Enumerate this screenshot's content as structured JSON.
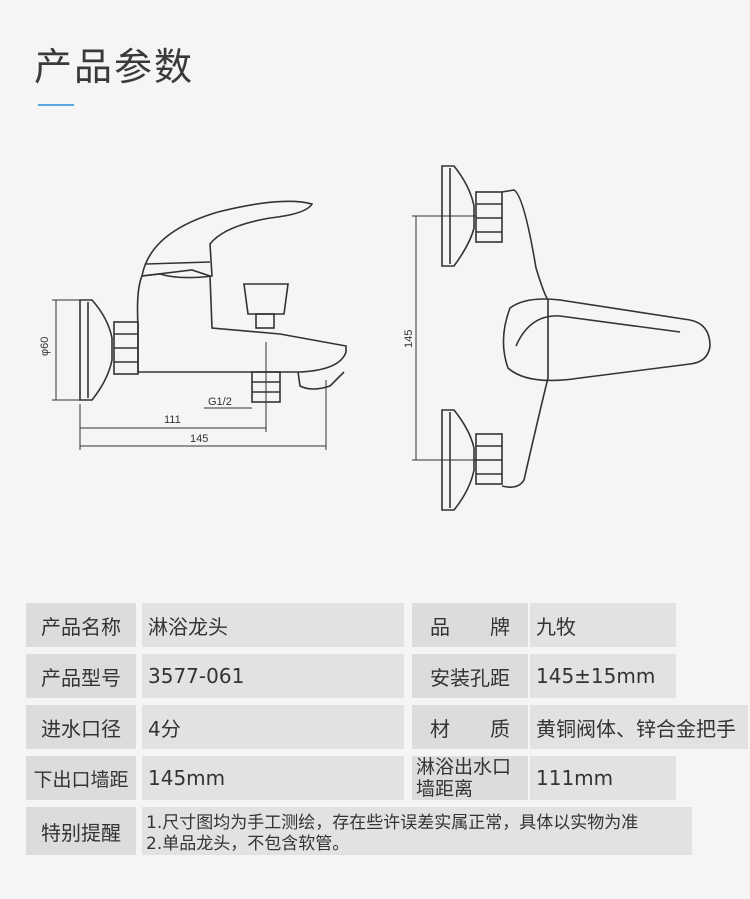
{
  "title": "产品参数",
  "drawing": {
    "dim_diameter": "φ60",
    "dim_thread": "G1/2",
    "dim_111": "111",
    "dim_145": "145",
    "dim_145_side": "145"
  },
  "specs": {
    "r1": {
      "l1": "产品名称",
      "v1": "淋浴龙头",
      "l2": "品　　牌",
      "v2": "九牧"
    },
    "r2": {
      "l1": "产品型号",
      "v1": "3577-061",
      "l2": "安装孔距",
      "v2": "145±15mm"
    },
    "r3": {
      "l1": "进水口径",
      "v1": "4分",
      "l2": "材　　质",
      "v2": "黄铜阀体、锌合金把手"
    },
    "r4": {
      "l1": "下出口墙距",
      "v1": "145mm",
      "l2a": "淋浴出水口",
      "l2b": "墙距离",
      "v2": "111mm"
    },
    "note": {
      "label": "特别提醒",
      "line1": "1.尺寸图均为手工测绘，存在些许误差实属正常，具体以实物为准",
      "line2": "2.单品龙头，不包含软管。"
    }
  }
}
